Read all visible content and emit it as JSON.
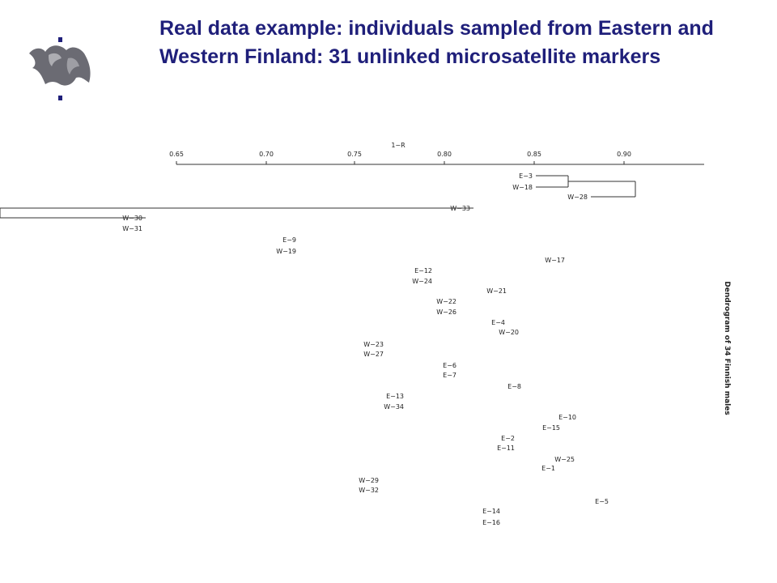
{
  "slide": {
    "title": "Real data example: individuals sampled from Eastern and Western Finland: 31 unlinked microsatellite markers",
    "logo_icon": "university-of-helsinki-flame-logo",
    "accent_color": "#1f1f7a"
  },
  "chart_data": {
    "type": "dendrogram",
    "axis_title": "1−R",
    "axis_ticks": [
      "0.65",
      "0.70",
      "0.75",
      "0.80",
      "0.85",
      "0.90"
    ],
    "side_label": "Dendrogram of 34 Finnish males",
    "leaves": [
      "E−3",
      "W−18",
      "W−28",
      "W−33",
      "W−30",
      "W−31",
      "E−9",
      "W−19",
      "W−17",
      "E−12",
      "W−24",
      "W−21",
      "W−22",
      "W−26",
      "E−4",
      "W−20",
      "W−23",
      "W−27",
      "E−6",
      "E−7",
      "E−8",
      "E−13",
      "W−34",
      "E−10",
      "E−15",
      "E−2",
      "E−11",
      "W−25",
      "E−1",
      "W−29",
      "W−32",
      "E−5",
      "E−14",
      "E−16"
    ]
  }
}
